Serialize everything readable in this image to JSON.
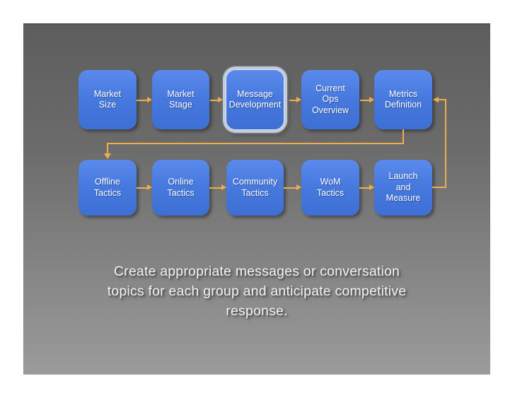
{
  "slide": {
    "caption": {
      "lines": [
        "Create appropriate messages or conversation",
        "topics for each group and anticipate competitive",
        "response."
      ]
    },
    "colors": {
      "slide_bg_top": "#5d5d5d",
      "slide_bg_bottom": "#9b9b9b",
      "box_blue": "#4678de",
      "arrow_tan": "#eead4e",
      "caption_text": "#f2f2f2",
      "highlight_ring": "#c3cad8",
      "box_text": "#ffffff"
    },
    "flow": {
      "row1": [
        {
          "id": "market-size",
          "label": "Market\nSize"
        },
        {
          "id": "market-stage",
          "label": "Market\nStage"
        },
        {
          "id": "message-development",
          "label": "Message\nDevelopment",
          "highlighted": true
        },
        {
          "id": "current-ops-overview",
          "label": "Current\nOps\nOverview"
        },
        {
          "id": "metrics-definition",
          "label": "Metrics\nDefinition"
        }
      ],
      "row2": [
        {
          "id": "offline-tactics",
          "label": "Offline\nTactics"
        },
        {
          "id": "online-tactics",
          "label": "Online\nTactics"
        },
        {
          "id": "community-tactics",
          "label": "Community\nTactics"
        },
        {
          "id": "wom-tactics",
          "label": "WoM\nTactics"
        },
        {
          "id": "launch-and-measure",
          "label": "Launch\nand\nMeasure"
        }
      ]
    }
  }
}
